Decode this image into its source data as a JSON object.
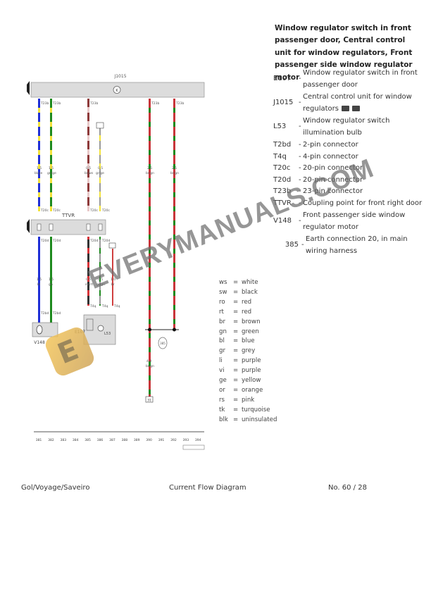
{
  "header": {
    "title": "Window regulator switch in front passenger door, Central control unit for window regulators, Front passenger side window regulator motor"
  },
  "legend": [
    {
      "code": "E107",
      "desc": "Window regulator switch in front passenger door"
    },
    {
      "code": "J1015",
      "desc": "Central control unit for window regulators",
      "icons": [
        "ecu-icon",
        "ecu-icon"
      ]
    },
    {
      "code": "L53",
      "desc": "Window regulator switch illumination bulb"
    },
    {
      "code": "T2bd",
      "desc": "2-pin connector"
    },
    {
      "code": "T4q",
      "desc": "4-pin connector"
    },
    {
      "code": "T20c",
      "desc": "20-pin connector"
    },
    {
      "code": "T20d",
      "desc": "20-pin connector"
    },
    {
      "code": "T23b",
      "desc": "23-pin connector"
    },
    {
      "code": "TTVR",
      "desc": "Coupling point for front right door"
    },
    {
      "code": "V148",
      "desc": "Front passenger side window regulator motor"
    },
    {
      "code": "385",
      "desc": "Earth connection 20, in main wiring harness"
    }
  ],
  "color_codes": [
    {
      "code": "ws",
      "name": "white"
    },
    {
      "code": "sw",
      "name": "black"
    },
    {
      "code": "ro",
      "name": "red"
    },
    {
      "code": "rt",
      "name": "red"
    },
    {
      "code": "br",
      "name": "brown"
    },
    {
      "code": "gn",
      "name": "green"
    },
    {
      "code": "bl",
      "name": "blue"
    },
    {
      "code": "gr",
      "name": "grey"
    },
    {
      "code": "li",
      "name": "purple"
    },
    {
      "code": "vi",
      "name": "purple"
    },
    {
      "code": "ge",
      "name": "yellow"
    },
    {
      "code": "or",
      "name": "orange"
    },
    {
      "code": "rs",
      "name": "pink"
    },
    {
      "code": "tk",
      "name": "turquoise"
    },
    {
      "code": "blk",
      "name": "uninsulated"
    }
  ],
  "diagram": {
    "top_unit_label": "J1015",
    "coupling_label": "TTVR",
    "motor_label": "V148",
    "switch_label": "E107",
    "bulb_label": "L53",
    "earth_label": "385",
    "bottom_ref": "31",
    "wire_sizes": [
      "1.5",
      "1.5",
      "0.5",
      "0.5",
      "2.5",
      "2.5"
    ],
    "wire_sizes_lower": [
      "1.5",
      "1.5",
      "0.5",
      "0.5",
      "1.0"
    ],
    "ground_wire_size": "4.0",
    "track_numbers": [
      "381",
      "382",
      "383",
      "384",
      "385",
      "386",
      "387",
      "388",
      "389",
      "390",
      "391",
      "392",
      "393",
      "394"
    ],
    "colors": {
      "blue": "#1f2fd6",
      "green": "#1e8a1e",
      "yellow": "#f2e23a",
      "red": "#c8353a",
      "brown": "#7a2b2b",
      "grey": "#9a9a9a",
      "black": "#222222"
    }
  },
  "watermark": {
    "text": "EVERYMANUALS.COM",
    "logo": "E"
  },
  "footer": {
    "left": "Gol/Voyage/Saveiro",
    "center": "Current Flow Diagram",
    "right": "No.  60 / 28"
  }
}
